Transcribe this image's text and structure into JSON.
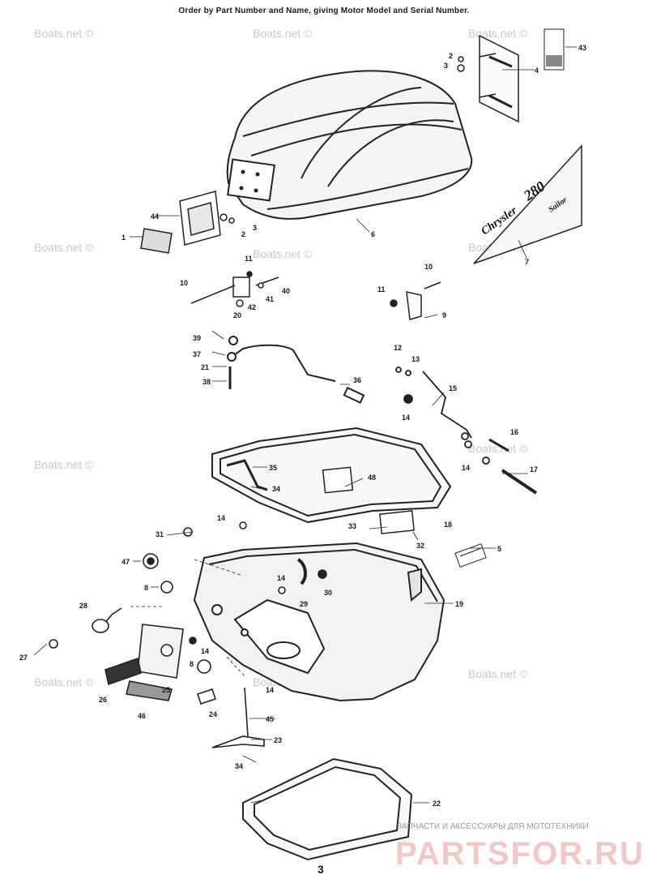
{
  "header": "Order by Part Number and Name, giving Motor Model and Serial Number.",
  "page_number": "3",
  "watermark": "Boats.net ©",
  "decal": {
    "brand": "Chrysler",
    "model": "280",
    "variant": "Sailor"
  },
  "footer_tagline": "ЗАПЧАСТИ И АКСЕССУАРЫ ДЛЯ МОТОТЕХНИКИ",
  "footer_logo": "PARTSFOR.RU",
  "callouts": [
    "1",
    "2",
    "3",
    "4",
    "5",
    "6",
    "7",
    "8",
    "9",
    "10",
    "11",
    "12",
    "13",
    "14",
    "15",
    "16",
    "17",
    "18",
    "19",
    "20",
    "21",
    "22",
    "23",
    "24",
    "25",
    "26",
    "27",
    "28",
    "29",
    "30",
    "31",
    "32",
    "33",
    "34",
    "35",
    "36",
    "37",
    "38",
    "39",
    "40",
    "41",
    "42",
    "43",
    "44",
    "45",
    "46",
    "47",
    "48"
  ]
}
